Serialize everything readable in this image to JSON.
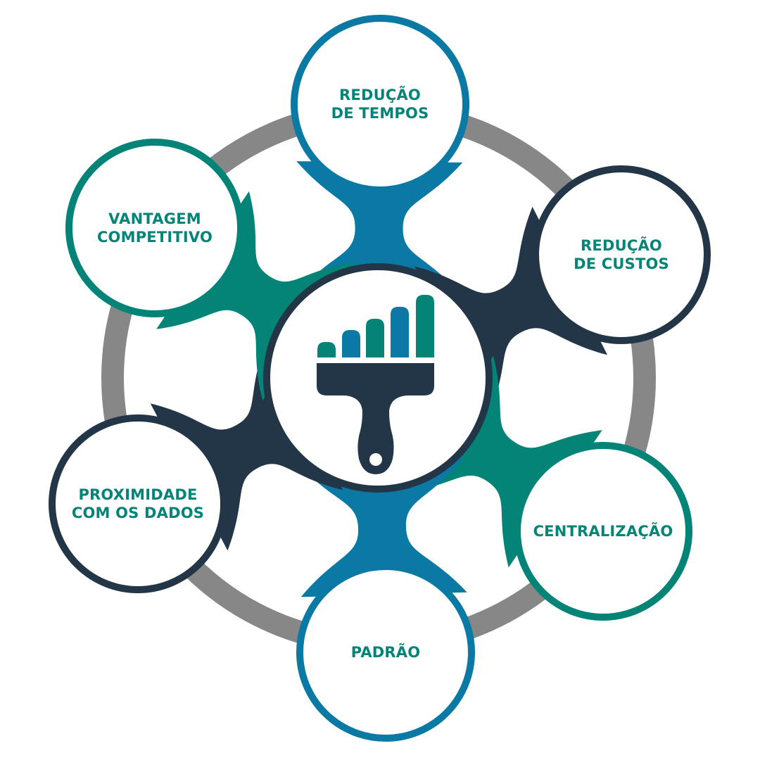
{
  "colors": {
    "ring": "#878787",
    "navy": "#233647",
    "blue": "#0a79a4",
    "teal": "#038477",
    "text": "#038477",
    "background": "#ffffff"
  },
  "center_icon": {
    "name": "paint-brush-bar-chart-icon",
    "bar_colors": [
      "#038477",
      "#0a79a4",
      "#038477",
      "#0a79a4",
      "#038477"
    ]
  },
  "nodes": [
    {
      "id": "reducao-tempos",
      "lines": [
        "REDUÇÃO",
        "DE TEMPOS"
      ],
      "border": "#0a79a4"
    },
    {
      "id": "reducao-custos",
      "lines": [
        "REDUÇÃO",
        "DE CUSTOS"
      ],
      "border": "#233647"
    },
    {
      "id": "centralizacao",
      "lines": [
        "CENTRALIZAÇÃO"
      ],
      "border": "#038477"
    },
    {
      "id": "padrao",
      "lines": [
        "PADRÃO"
      ],
      "border": "#0a79a4"
    },
    {
      "id": "proximidade-dados",
      "lines": [
        "PROXIMIDADE",
        "COM OS DADOS"
      ],
      "border": "#233647"
    },
    {
      "id": "vantagem-competitivo",
      "lines": [
        "VANTAGEM",
        "COMPETITIVO"
      ],
      "border": "#038477"
    }
  ]
}
